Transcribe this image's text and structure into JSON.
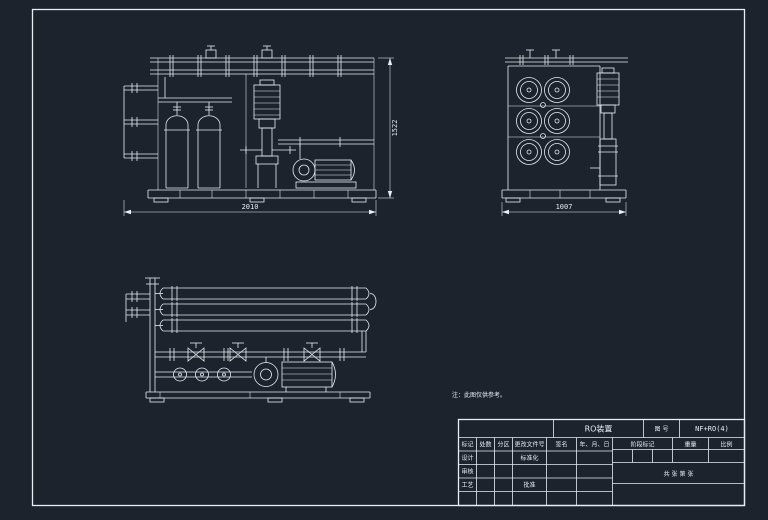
{
  "sheet": {
    "background_color": "#1c232d",
    "line_color": "#e9edf2"
  },
  "dimensions": {
    "front_width": "2010",
    "front_height": "1522",
    "side_width": "1007"
  },
  "note": "注：此图仅供参考。",
  "title_block": {
    "name": "RO装置",
    "no_label": "图 号",
    "no": "NF+RO(4)",
    "cols": [
      "标记",
      "处数",
      "分区",
      "更改文件号",
      "签名",
      "年、月、日"
    ],
    "design": "设计",
    "check": "审核",
    "process": "工艺",
    "standard": "标准化",
    "approve": "批准",
    "stage": "阶段标记",
    "weight": "重量",
    "scale": "比例",
    "sheet_label": "共 张 第 张"
  }
}
